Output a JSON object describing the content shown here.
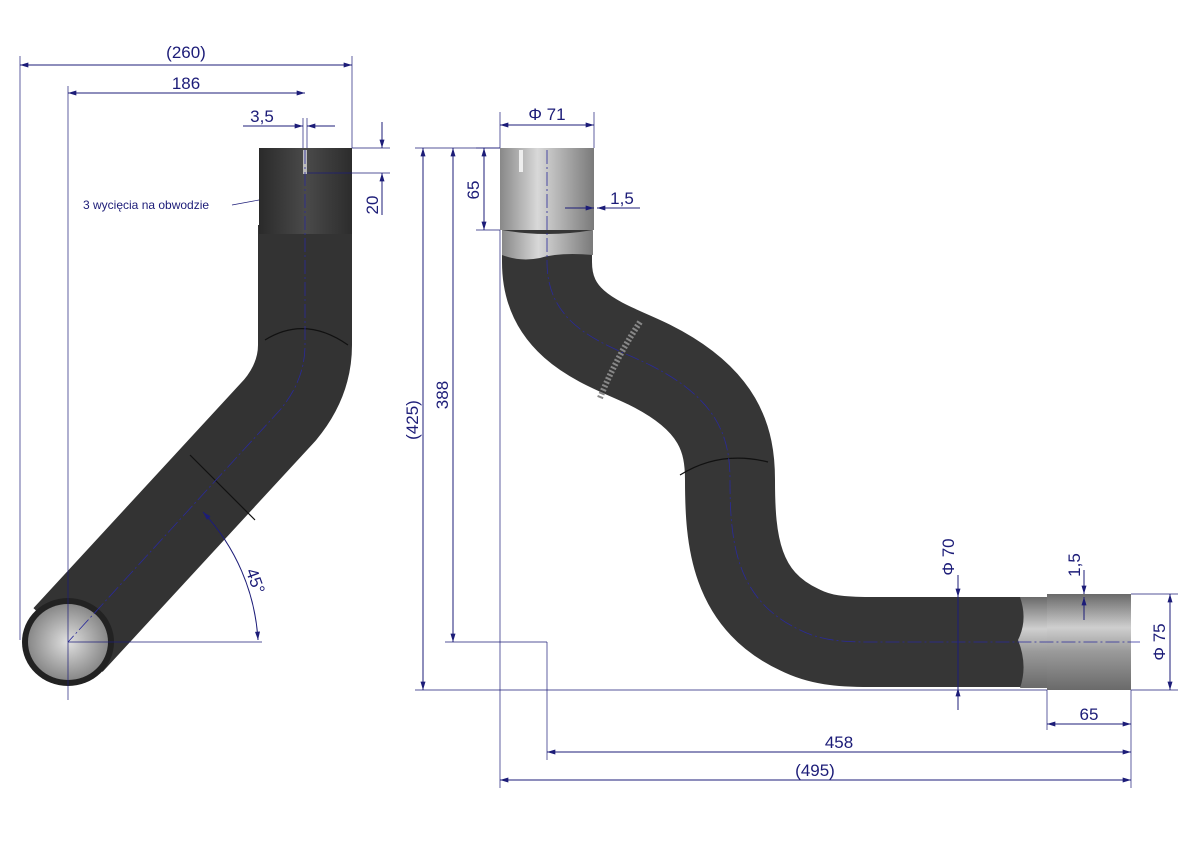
{
  "left_view": {
    "overall_width": "(260)",
    "center_width": "186",
    "slot_width": "3,5",
    "slot_depth": "20",
    "note": "3 wycięcia na obwodzie",
    "angle": "45°"
  },
  "right_view": {
    "top_diameter": "Φ 71",
    "top_sleeve_length": "65",
    "top_wall": "1,5",
    "overall_height": "(425)",
    "center_height": "388",
    "pipe_diameter": "Φ 70",
    "end_wall": "1,5",
    "end_diameter": "Φ 75",
    "end_sleeve_length": "65",
    "center_length": "458",
    "overall_length": "(495)"
  },
  "colors": {
    "dimension": "#1c1c78",
    "pipe": "#3a3a3a",
    "sleeve": "#a8a8a8"
  }
}
